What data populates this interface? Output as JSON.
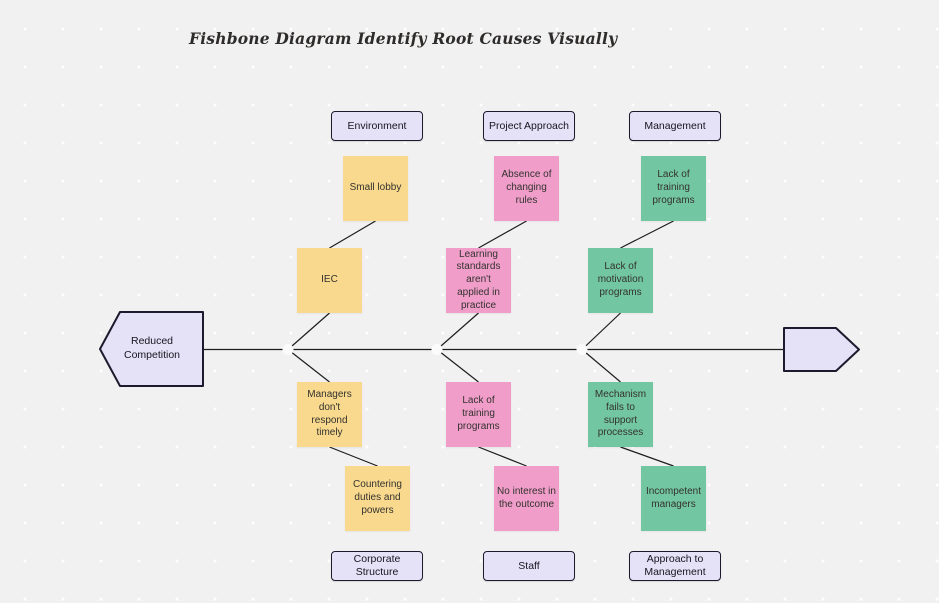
{
  "title": "Fishbone Diagram Identify Root Causes Visually",
  "effect": {
    "label": "Reduced Competition"
  },
  "categories": {
    "top": [
      "Environment",
      "Project Approach",
      "Management"
    ],
    "bottom": [
      "Corporate Structure",
      "Staff",
      "Approach to Management"
    ]
  },
  "stickies": [
    {
      "category": "Environment",
      "text": "Small lobby",
      "color": "#F9D98D"
    },
    {
      "category": "Environment",
      "text": "IEC",
      "color": "#F9D98D"
    },
    {
      "category": "Project Approach",
      "text": "Absence of changing rules",
      "color": "#F09EC9"
    },
    {
      "category": "Project Approach",
      "text": "Learning standards aren't applied in practice",
      "color": "#F09EC9"
    },
    {
      "category": "Management",
      "text": "Lack of training programs",
      "color": "#73C6A2"
    },
    {
      "category": "Management",
      "text": "Lack of motivation programs",
      "color": "#73C6A2"
    },
    {
      "category": "Corporate Structure",
      "text": "Managers don't respond timely",
      "color": "#F9D98D"
    },
    {
      "category": "Corporate Structure",
      "text": "Countering duties and powers",
      "color": "#F9D98D"
    },
    {
      "category": "Staff",
      "text": "Lack of training programs",
      "color": "#F09EC9"
    },
    {
      "category": "Staff",
      "text": "No interest in the outcome",
      "color": "#F09EC9"
    },
    {
      "category": "Approach to Management",
      "text": "Mechanism fails to support processes",
      "color": "#73C6A2"
    },
    {
      "category": "Approach to Management",
      "text": "Incompetent managers",
      "color": "#73C6A2"
    }
  ],
  "colors": {
    "canvas_background": "#F2F1F1",
    "sticky_yellow": "#F9D98D",
    "sticky_pink": "#F09EC9",
    "sticky_green": "#73C6A2",
    "category_fill": "#E5E1F7",
    "outline": "#1C1B2E",
    "line": "#1D1D1D"
  }
}
